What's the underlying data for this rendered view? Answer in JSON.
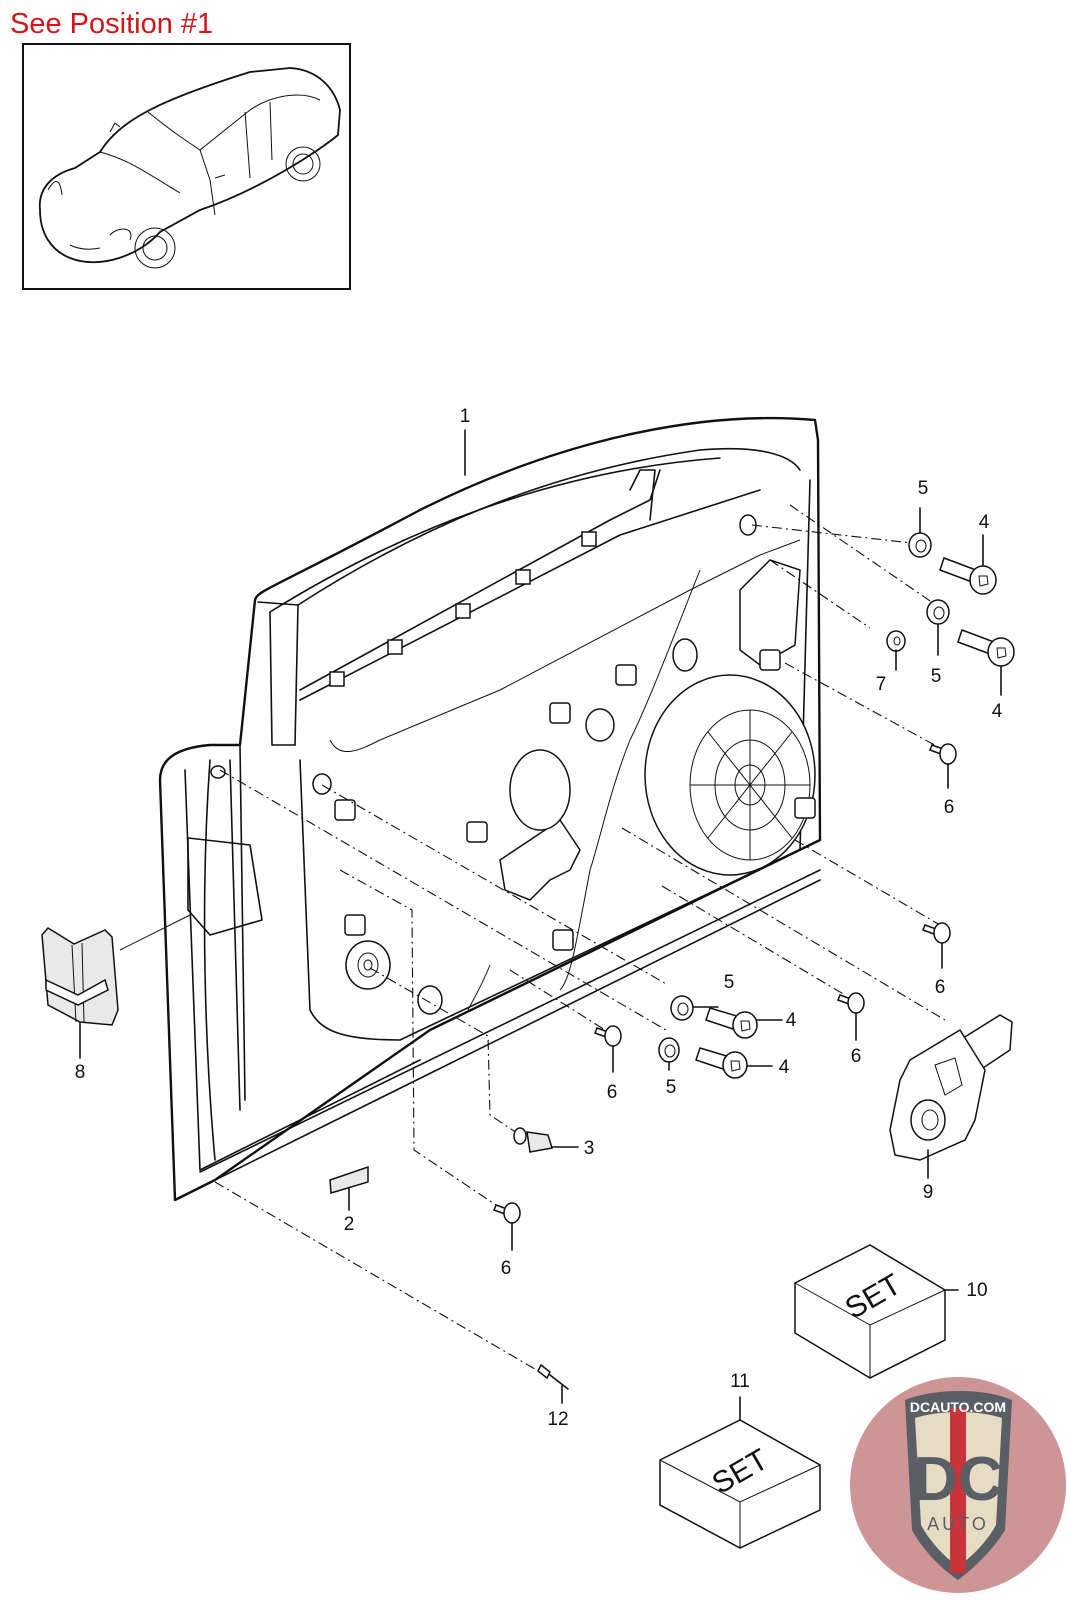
{
  "reference": {
    "title": "See Position #1",
    "title_color": "#d0181c",
    "thumbnail": "vehicle-overview-car-line-drawing"
  },
  "diagram": {
    "subject": "Front door shell with fittings (exploded view)",
    "callouts": [
      {
        "id": "c1",
        "label": "1",
        "part": "door-shell"
      },
      {
        "id": "c2",
        "label": "2",
        "part": "pad"
      },
      {
        "id": "c3",
        "label": "3",
        "part": "clip-connector"
      },
      {
        "id": "c4a",
        "label": "4",
        "part": "hex-socket-bolt"
      },
      {
        "id": "c4b",
        "label": "4",
        "part": "hex-socket-bolt"
      },
      {
        "id": "c4c",
        "label": "4",
        "part": "hex-socket-bolt"
      },
      {
        "id": "c4d",
        "label": "4",
        "part": "hex-socket-bolt"
      },
      {
        "id": "c5a",
        "label": "5",
        "part": "washer"
      },
      {
        "id": "c5b",
        "label": "5",
        "part": "washer"
      },
      {
        "id": "c5c",
        "label": "5",
        "part": "washer"
      },
      {
        "id": "c5d",
        "label": "5",
        "part": "washer"
      },
      {
        "id": "c6a",
        "label": "6",
        "part": "screw"
      },
      {
        "id": "c6b",
        "label": "6",
        "part": "screw"
      },
      {
        "id": "c6c",
        "label": "6",
        "part": "screw"
      },
      {
        "id": "c6d",
        "label": "6",
        "part": "screw"
      },
      {
        "id": "c6e",
        "label": "6",
        "part": "screw"
      },
      {
        "id": "c7",
        "label": "7",
        "part": "small-washer"
      },
      {
        "id": "c8",
        "label": "8",
        "part": "cover-cap"
      },
      {
        "id": "c9",
        "label": "9",
        "part": "window-regulator-motor"
      },
      {
        "id": "c10",
        "label": "10",
        "part": "set-box"
      },
      {
        "id": "c11",
        "label": "11",
        "part": "set-box"
      },
      {
        "id": "c12",
        "label": "12",
        "part": "blind-rivet"
      }
    ],
    "set_box_text": "SET"
  },
  "watermark": {
    "brand_url": "DCAUTO.COM",
    "brand_initials": "DC",
    "brand_sub": "AUTO",
    "colors": {
      "circle": "#c98a8c",
      "shield": "#5a5f66",
      "inner": "#e6dcc4",
      "stripe": "#c8343a"
    }
  }
}
